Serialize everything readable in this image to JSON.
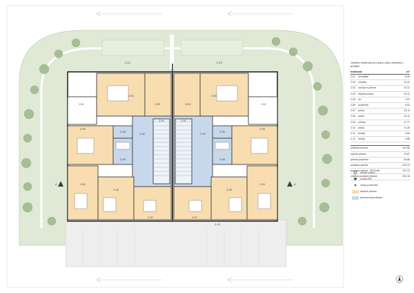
{
  "rooms_table": {
    "title": "Výměry místností pro jednu dolní jednotku / podlaží",
    "header": {
      "room": "místnost",
      "unit": "m²"
    },
    "rows": [
      {
        "code": "2.01",
        "name": "schodiště",
        "area": "6,40"
      },
      {
        "code": "2.02",
        "name": "chodba",
        "area": "11,14"
      },
      {
        "code": "2.03",
        "name": "kuchyň a jídelna",
        "area": "10,22"
      },
      {
        "code": "2.04",
        "name": "obývací pokoj",
        "area": "16,11"
      },
      {
        "code": "2.05",
        "name": "wc",
        "area": "2,07"
      },
      {
        "code": "2.06",
        "name": "koupelna",
        "area": "5,03"
      },
      {
        "code": "2.07",
        "name": "pokoj",
        "area": "10,11"
      },
      {
        "code": "2.08",
        "name": "pokoj",
        "area": "10,11"
      },
      {
        "code": "2.09",
        "name": "ložnice",
        "area": "17,77"
      },
      {
        "code": "2.10",
        "name": "pokoj",
        "area": "11,45"
      },
      {
        "code": "2.11",
        "name": "terasa",
        "area": "4,80"
      },
      {
        "code": "2.12",
        "name": "terasa",
        "area": "3,88"
      }
    ],
    "summary": [
      {
        "label": "užitková plocha",
        "value": "102,86"
      },
      {
        "label": "obytná plocha",
        "value": "73,87"
      },
      {
        "label": "plocha pozemku",
        "value": "26,86"
      },
      {
        "label": "podlažní plocha",
        "value": "120,73"
      },
      {
        "label": "podlažní plocha - RD A dle",
        "value": "120,73"
      },
      {
        "label": "celková podlažní plocha",
        "value": "251,16"
      }
    ]
  },
  "legend": {
    "entrance_main": "vchod vnitřní",
    "entrance_garden": "vchod RD",
    "entrance_land": "vstup pozemek",
    "living_area": "obytná plocha",
    "communication_area": "plocha komunikace"
  },
  "room_labels": {
    "left": [
      "2.04",
      "2.03",
      "2.11",
      "2.09",
      "2.05",
      "2.06",
      "2.02",
      "2.10",
      "2.08",
      "2.07",
      "2.01"
    ],
    "right": [
      "2.04",
      "2.03",
      "2.11",
      "2.09",
      "2.05",
      "2.06",
      "2.02",
      "2.10",
      "2.08",
      "2.07",
      "2.01"
    ],
    "terrace_left": "2.12",
    "terrace_right": "2.12",
    "section_mark": "A",
    "bottom_mark": "2.13"
  },
  "colors": {
    "garden": "#dfe9d5",
    "tree": "#a6be95",
    "living": "#f7ddb0",
    "communication": "#c7d8ec",
    "wall": "#3b3b3b",
    "pavement": "#eeeeee"
  }
}
